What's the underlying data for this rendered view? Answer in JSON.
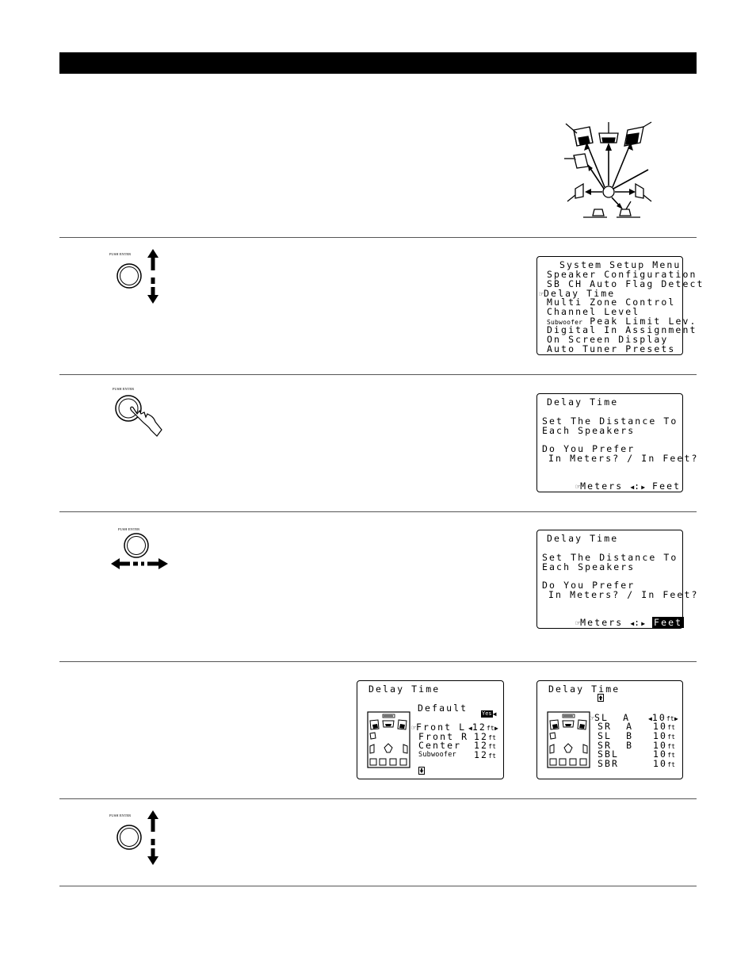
{
  "step1": {
    "knob_label": "PUSH ENTER",
    "menu": {
      "title": "System Setup Menu",
      "items": [
        {
          "text": "Speaker Configuration",
          "selected": false
        },
        {
          "text": "SB CH Auto Flag Detect",
          "selected": false
        },
        {
          "text": "Delay Time",
          "selected": true
        },
        {
          "text": "Multi Zone Control",
          "selected": false
        },
        {
          "text": "Channel Level",
          "selected": false
        },
        {
          "prefix": "Subwoofer",
          "text": "Peak Limit Lev.",
          "selected": false
        },
        {
          "text": "Digital In Assignment",
          "selected": false
        },
        {
          "text": "On Screen Display",
          "selected": false
        },
        {
          "text": "Auto Tuner Presets",
          "selected": false
        }
      ]
    }
  },
  "step2": {
    "knob_label": "PUSH ENTER",
    "screen": {
      "title": "Delay Time",
      "line1": "Set The Distance To",
      "line2": "Each Speakers",
      "line3": "Do You Prefer",
      "line4": "In Meters? / In Feet?",
      "opt_meters": "Meters",
      "opt_sep": ":",
      "opt_feet": "Feet"
    }
  },
  "step3": {
    "knob_label": "PUSH ENTER",
    "screen": {
      "title": "Delay Time",
      "line1": "Set The Distance To",
      "line2": "Each Speakers",
      "line3": "Do You Prefer",
      "line4": "In Meters? / In Feet?",
      "opt_meters": "Meters",
      "opt_sep": ":",
      "opt_feet": "Feet",
      "feet_selected": true
    }
  },
  "step4": {
    "screen_a": {
      "title": "Delay Time",
      "default_label": "Default",
      "default_value": "Yes",
      "rows": [
        {
          "label": "Front L",
          "value": "12",
          "unit": "ft",
          "selected": true
        },
        {
          "label": "Front R",
          "value": "12",
          "unit": "ft",
          "selected": false
        },
        {
          "label": "Center",
          "value": "12",
          "unit": "ft",
          "selected": false
        },
        {
          "label": "Subwoofer",
          "value": "12",
          "unit": "ft",
          "selected": false
        }
      ]
    },
    "screen_b": {
      "title": "Delay Time",
      "rows": [
        {
          "label": "SL  A",
          "value": "10",
          "unit": "ft",
          "selected": true
        },
        {
          "label": "SR  A",
          "value": "10",
          "unit": "ft",
          "selected": false
        },
        {
          "label": "SL  B",
          "value": "10",
          "unit": "ft",
          "selected": false
        },
        {
          "label": "SR  B",
          "value": "10",
          "unit": "ft",
          "selected": false
        },
        {
          "label": "SBL",
          "value": "10",
          "unit": "ft",
          "selected": false
        },
        {
          "label": "SBR",
          "value": "10",
          "unit": "ft",
          "selected": false
        }
      ]
    }
  },
  "step5": {
    "knob_label": "PUSH ENTER"
  },
  "icons": {
    "pointer": "pointing-hand-icon",
    "left_arrow": "triangle-left-icon",
    "right_arrow": "triangle-right-icon",
    "up_arrow": "arrow-up-icon",
    "down_arrow": "arrow-down-icon"
  }
}
